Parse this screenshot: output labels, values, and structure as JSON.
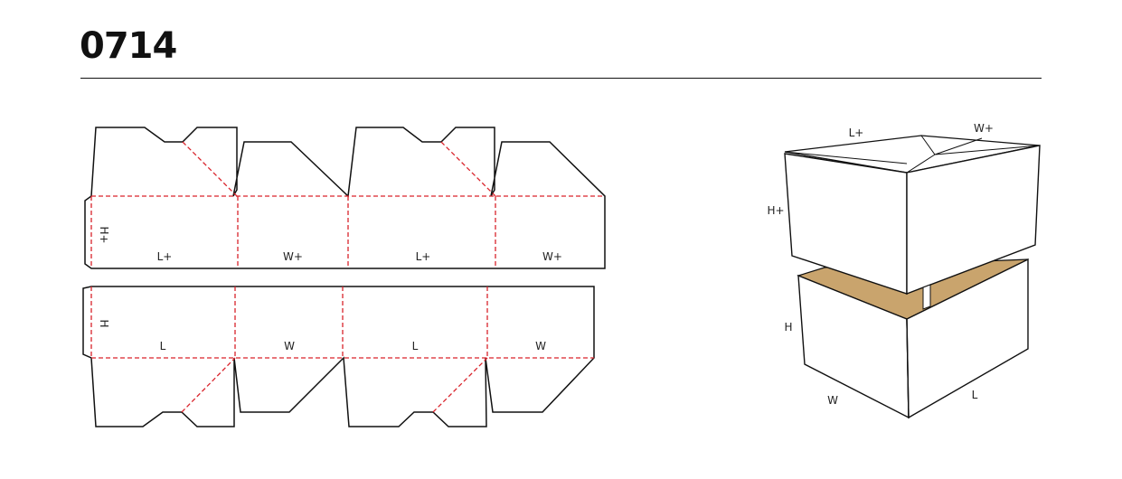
{
  "title": "0714",
  "top_net": {
    "height_label": "H+",
    "panels": [
      "L+",
      "W+",
      "L+",
      "W+"
    ]
  },
  "bottom_net": {
    "height_label": "H",
    "panels": [
      "L",
      "W",
      "L",
      "W"
    ]
  },
  "lid_3d": {
    "length_label": "L+",
    "width_label": "W+",
    "height_label": "H+"
  },
  "base_3d": {
    "height_label": "H",
    "width_label": "W",
    "length_label": "L"
  },
  "colors": {
    "cut_line": "#111111",
    "fold_line": "#d9232b",
    "cardboard": "#c9a46d"
  }
}
